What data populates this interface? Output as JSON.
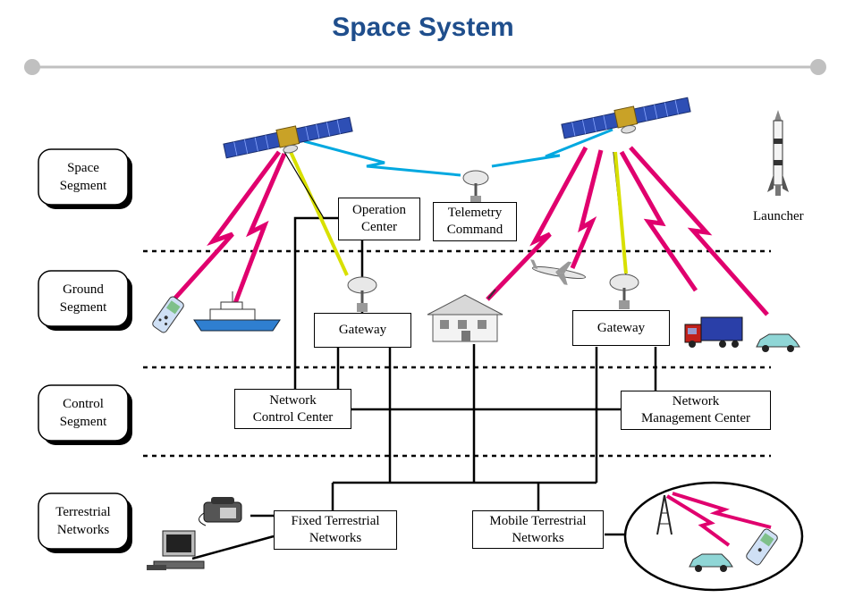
{
  "title": "Space System",
  "colors": {
    "title": "#1f4e8c",
    "link_magenta": "#e0006e",
    "link_yellow": "#d8e000",
    "link_cyan": "#00a8e0",
    "divider_knob": "#c0c0c0"
  },
  "segments": [
    {
      "line1": "Space",
      "line2": "Segment"
    },
    {
      "line1": "Ground",
      "line2": "Segment"
    },
    {
      "line1": "Control",
      "line2": "Segment"
    },
    {
      "line1": "Terrestrial",
      "line2": "Networks"
    }
  ],
  "boxes": {
    "operation_center": {
      "line1": "Operation",
      "line2": "Center"
    },
    "telemetry_command": {
      "line1": "Telemetry",
      "line2": "Command"
    },
    "gateway_left": {
      "line1": "Gateway"
    },
    "gateway_right": {
      "line1": "Gateway"
    },
    "network_control_center": {
      "line1": "Network",
      "line2": "Control Center"
    },
    "network_management_center": {
      "line1": "Network",
      "line2": "Management Center"
    },
    "fixed_terrestrial_networks": {
      "line1": "Fixed Terrestrial",
      "line2": "Networks"
    },
    "mobile_terrestrial_networks": {
      "line1": "Mobile Terrestrial",
      "line2": "Networks"
    }
  },
  "launcher_label": "Launcher",
  "icons": [
    "satellite-icon",
    "dish-antenna-icon",
    "rocket-icon",
    "mobile-phone-icon",
    "ship-icon",
    "house-icon",
    "airplane-icon",
    "truck-icon",
    "car-icon",
    "telephone-icon",
    "computer-icon",
    "cell-tower-icon"
  ]
}
